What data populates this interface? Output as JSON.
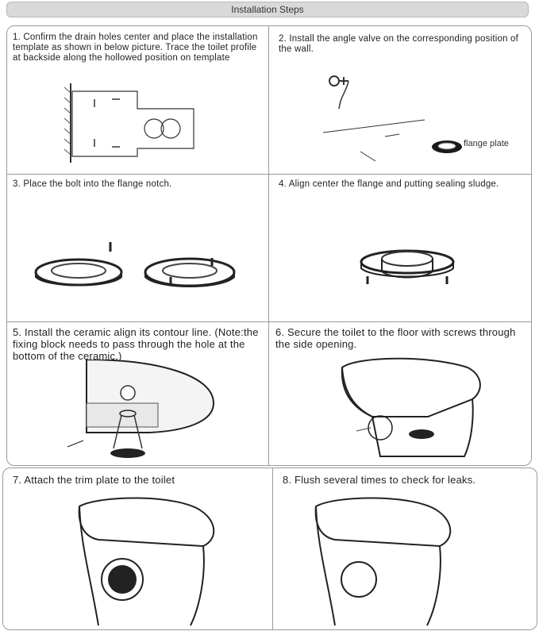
{
  "header": {
    "title": "Installation Steps"
  },
  "steps": [
    {
      "text": "1. Confirm the drain holes center and place the installation template as shown in below picture. Trace the toilet profile at backside along the hollowed position on template"
    },
    {
      "text": "2. Install the angle valve on the corresponding position of the wall.",
      "label": "flange plate"
    },
    {
      "text": "3.  Place the bolt into the flange notch."
    },
    {
      "text": "4. Align center the flange and putting sealing sludge."
    },
    {
      "text": "5. Install the ceramic align its contour line. (Note:the fixing block needs to pass through the hole at the bottom of the ceramic.)"
    },
    {
      "text": "6. Secure the toilet to the floor with screws through the side opening."
    },
    {
      "text": "7. Attach the trim plate to the toilet"
    },
    {
      "text": "8. Flush several times to check for leaks."
    }
  ]
}
